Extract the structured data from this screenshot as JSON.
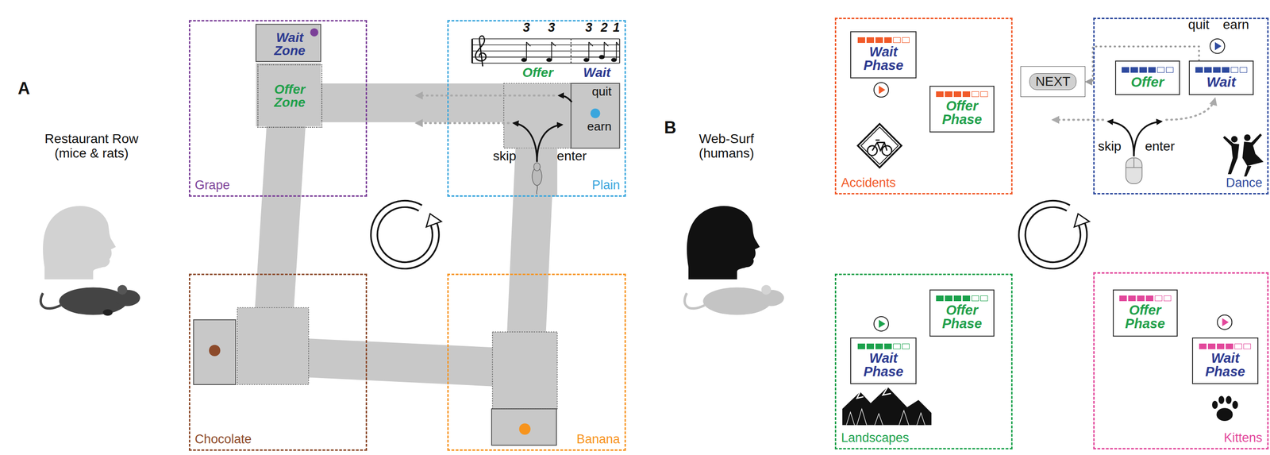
{
  "diagram": {
    "nodes": [
      {
        "text": [
          "Grape"
        ]
      },
      {
        "text": [
          "Wait Zone"
        ],
        "in": 0
      },
      {
        "text": [
          "Offer Zone"
        ],
        "in": 0
      },
      {
        "text": [
          "Plain"
        ]
      },
      {
        "text": [
          "Chocolate"
        ]
      },
      {
        "text": [
          "Banana"
        ]
      },
      {
        "text": [
          "Accidents"
        ]
      },
      {
        "text": [
          "Wait Phase"
        ],
        "in": 6
      },
      {
        "text": [
          "Offer Phase"
        ],
        "in": 6
      },
      {
        "text": [
          "NEXT"
        ]
      },
      {
        "text": [
          "Dance"
        ]
      },
      {
        "text": [
          "Offer"
        ],
        "in": 10
      },
      {
        "text": [
          "Wait"
        ],
        "in": 10
      },
      {
        "text": [
          "Landscapes"
        ]
      },
      {
        "text": [
          "Offer Phase"
        ],
        "in": 13
      },
      {
        "text": [
          "Wait Phase"
        ],
        "in": 13
      },
      {
        "text": [
          "Kittens"
        ]
      },
      {
        "text": [
          "Offer Phase"
        ],
        "in": 16
      },
      {
        "text": [
          "Wait Phase"
        ],
        "in": 16
      }
    ],
    "edges": [
      {
        "from": 12,
        "to": 9,
        "arrow": "to"
      }
    ],
    "labels": [
      "A",
      "Restaurant Row (mice & rats)",
      "3",
      "3",
      "3",
      "2",
      "1",
      "Offer",
      "Wait",
      "quit",
      "earn",
      "skip",
      "enter",
      "B",
      "Web-Surf (humans)",
      "quit",
      "earn",
      "skip",
      "enter"
    ]
  }
}
